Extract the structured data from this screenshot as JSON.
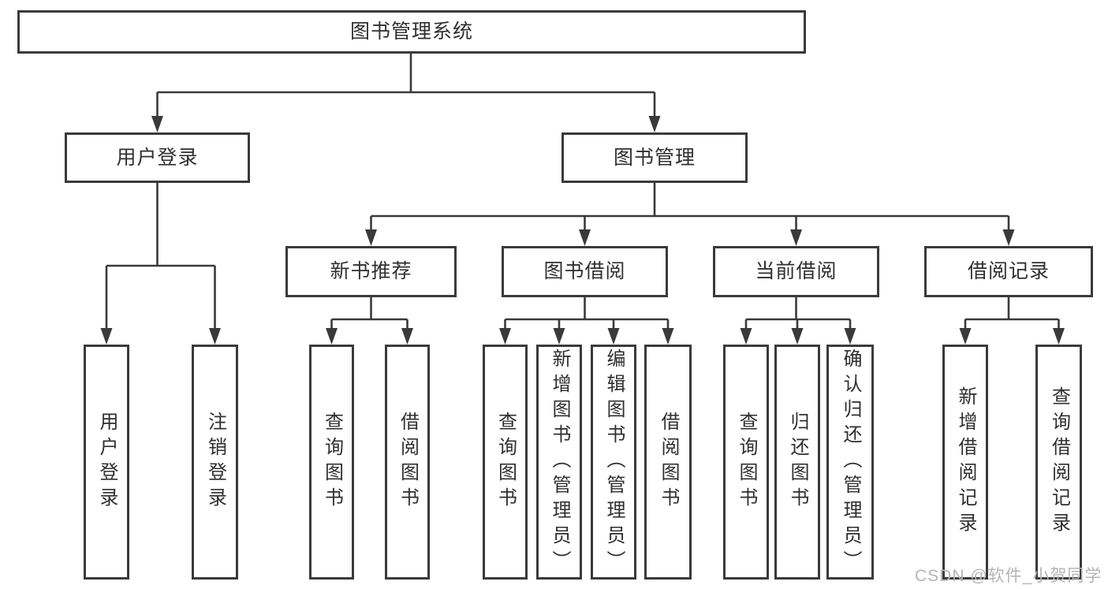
{
  "diagram": {
    "root": {
      "label": "图书管理系统"
    },
    "branches": [
      {
        "label": "用户登录",
        "children": [
          "用户登录",
          "注销登录"
        ]
      },
      {
        "label": "图书管理",
        "children": [
          {
            "label": "新书推荐",
            "children": [
              "查询图书",
              "借阅图书"
            ]
          },
          {
            "label": "图书借阅",
            "children": [
              "查询图书",
              "新增图书（管理员）",
              "编辑图书（管理员）",
              "借阅图书"
            ]
          },
          {
            "label": "当前借阅",
            "children": [
              "查询图书",
              "归还图书",
              "确认归还（管理员）"
            ]
          },
          {
            "label": "借阅记录",
            "children": [
              "新增借阅记录",
              "查询借阅记录"
            ]
          }
        ]
      }
    ]
  },
  "watermark": {
    "text": "CSDN @软件_小贺同学"
  },
  "colors": {
    "line": "#3a3a3a",
    "text": "#2f2f2f",
    "watermark": "#b4b4b4",
    "background": "#ffffff"
  }
}
